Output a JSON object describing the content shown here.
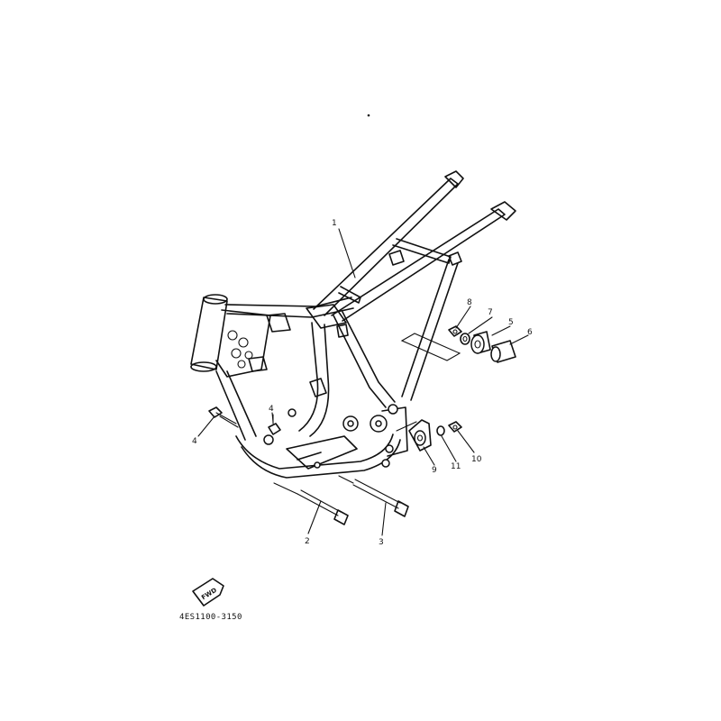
{
  "diagram": {
    "callouts": [
      {
        "id": "c1",
        "label": "1"
      },
      {
        "id": "c2",
        "label": "2"
      },
      {
        "id": "c3",
        "label": "3"
      },
      {
        "id": "c4a",
        "label": "4"
      },
      {
        "id": "c4b",
        "label": "4"
      },
      {
        "id": "c5",
        "label": "5"
      },
      {
        "id": "c6",
        "label": "6"
      },
      {
        "id": "c7",
        "label": "7"
      },
      {
        "id": "c8",
        "label": "8"
      },
      {
        "id": "c9",
        "label": "9"
      },
      {
        "id": "c10",
        "label": "10"
      },
      {
        "id": "c11",
        "label": "11"
      }
    ],
    "fwd_label": "FWD",
    "drawing_code": "4ES1100-3150"
  }
}
